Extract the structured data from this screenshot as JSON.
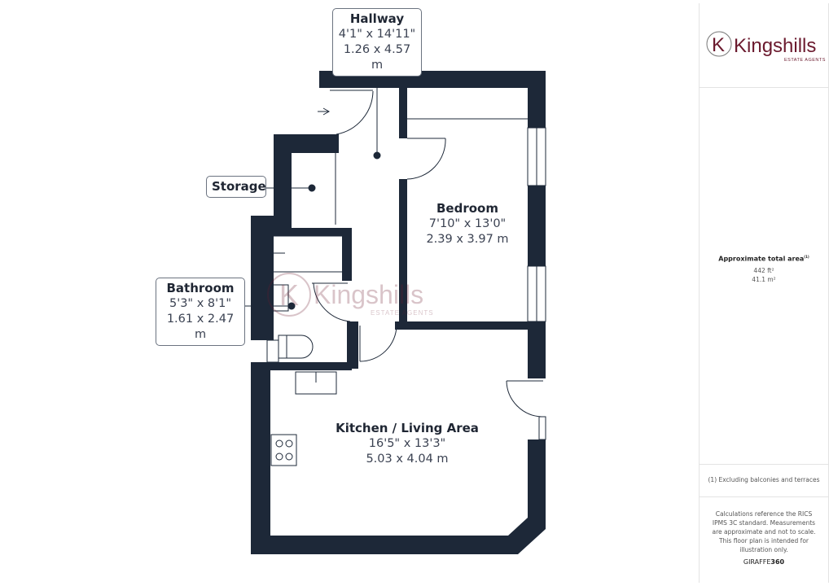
{
  "brand": {
    "name": "Kingshills",
    "tagline": "ESTATE AGENTS",
    "monogram": "K",
    "color": "#6b1a2e"
  },
  "colors": {
    "wall": "#1d2838",
    "fixture": "#8a8f98"
  },
  "rooms": [
    {
      "name": "Hallway",
      "imperial": "4'1\" x 14'11\"",
      "metric": "1.26 x 4.57 m"
    },
    {
      "name": "Storage"
    },
    {
      "name": "Bathroom",
      "imperial": "5'3\" x 8'1\"",
      "metric": "1.61 x 2.47 m"
    },
    {
      "name": "Bedroom",
      "imperial": "7'10\" x 13'0\"",
      "metric": "2.39 x 3.97 m"
    },
    {
      "name": "Kitchen / Living Area",
      "imperial": "16'5\" x 13'3\"",
      "metric": "5.03 x 4.04 m"
    }
  ],
  "sidebar": {
    "area_title": "Approximate total area",
    "area_footnote_mark": "(1)",
    "area_ft": "442 ft²",
    "area_m": "41.1 m²",
    "footnote": "(1) Excluding balconies and terraces",
    "disclaimer": "Calculations reference the RICS IPMS 3C standard. Measurements are approximate and not to scale. This floor plan is intended for illustration only.",
    "credit_a": "GIRAFFE",
    "credit_b": "360"
  }
}
